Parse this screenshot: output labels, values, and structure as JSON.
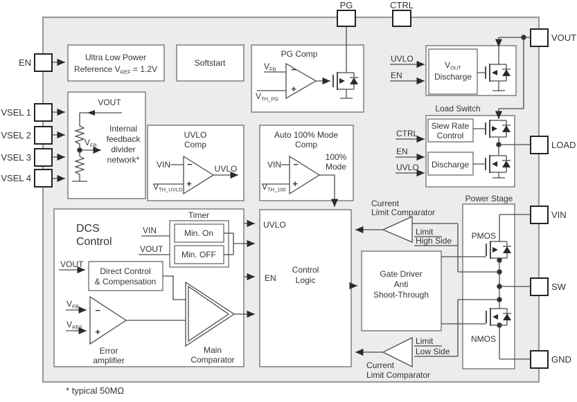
{
  "sym": {
    "minus": "−",
    "plus": "+"
  },
  "footnote": "* typical 50MΩ",
  "pins": {
    "pg": "PG",
    "ctrl": "CTRL",
    "en": "EN",
    "vsel1": "VSEL 1",
    "vsel2": "VSEL 2",
    "vsel3": "VSEL 3",
    "vsel4": "VSEL 4",
    "vout": "VOUT",
    "load": "LOAD",
    "vin": "VIN",
    "sw": "SW",
    "gnd": "GND"
  },
  "reference": {
    "line1": "Ultra Low Power",
    "line2a": "Reference V",
    "line2sub": "REF",
    "line2b": " = 1.2V"
  },
  "softstart": {
    "label": "Softstart"
  },
  "pg_comp": {
    "title": "PG Comp",
    "v": "V",
    "fb": "FB",
    "vth": "V",
    "thpg": "TH_PG"
  },
  "feedback": {
    "vout": "VOUT",
    "v": "V",
    "fb": "FB",
    "l1": "Internal",
    "l2": "feedback",
    "l3": "divider",
    "l4": "network*"
  },
  "uvlo_comp": {
    "t1": "UVLO",
    "t2": "Comp",
    "vin": "VIN",
    "v": "V",
    "th": "TH_UVLO",
    "out": "UVLO"
  },
  "auto100": {
    "t1": "Auto 100% Mode",
    "t2": "Comp",
    "vin": "VIN",
    "v": "V",
    "th": "TH_100",
    "out1": "100%",
    "out2": "Mode"
  },
  "discharge_blk": {
    "uvlo": "UVLO",
    "en": "EN",
    "v": "V",
    "out": "OUT",
    "label": "Discharge"
  },
  "load_switch": {
    "title": "Load Switch",
    "ctrl": "CTRL",
    "en": "EN",
    "uvlo": "UVLO",
    "slew1": "Slew Rate",
    "slew2": "Control",
    "discharge": "Discharge"
  },
  "dcs": {
    "t1": "DCS",
    "t2": "Control",
    "timer": "Timer",
    "vin": "VIN",
    "vout": "VOUT",
    "min_on": "Min. On",
    "min_off": "Min. OFF",
    "vout2": "VOUT",
    "dc1": "Direct Control",
    "dc2": "& Compensation",
    "v1": "V",
    "fb": "FB",
    "v2": "V",
    "ref": "REF",
    "err1": "Error",
    "err2": "amplifier",
    "main1": "Main",
    "main2": "Comparator"
  },
  "control_logic": {
    "uvlo": "UVLO",
    "en": "EN",
    "l1": "Control",
    "l2": "Logic"
  },
  "gate_driver": {
    "l1": "Gate Driver",
    "l2": "Anti",
    "l3": "Shoot-Through"
  },
  "power_stage": {
    "title": "Power Stage",
    "pmos": "PMOS",
    "nmos": "NMOS"
  },
  "clc_top": {
    "l1": "Current",
    "l2": "Limit Comparator",
    "lim": "Limit",
    "side": "High Side"
  },
  "clc_bot": {
    "lim": "Limit",
    "side": "Low Side",
    "l1": "Current",
    "l2": "Limit Comparator"
  }
}
